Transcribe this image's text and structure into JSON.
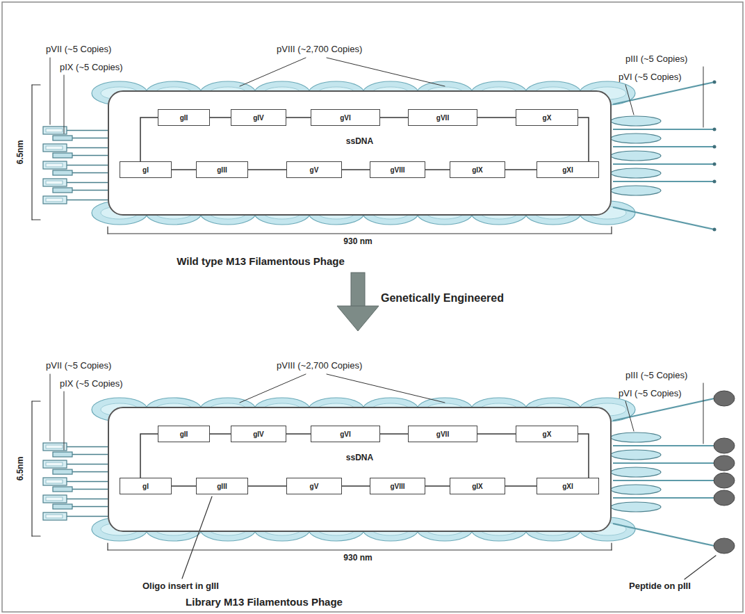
{
  "diagram": {
    "nodes": [
      {
        "text": [
          "ssDNA"
        ]
      },
      {
        "text": [
          "gII"
        ],
        "in": 0
      },
      {
        "text": [
          "gIV"
        ],
        "in": 0
      },
      {
        "text": [
          "gVI"
        ],
        "in": 0
      },
      {
        "text": [
          "gVII"
        ],
        "in": 0
      },
      {
        "text": [
          "gX"
        ],
        "in": 0
      },
      {
        "text": [
          "gI"
        ],
        "in": 0
      },
      {
        "text": [
          "gIII"
        ],
        "in": 0
      },
      {
        "text": [
          "gV"
        ],
        "in": 0
      },
      {
        "text": [
          "gVIII"
        ],
        "in": 0
      },
      {
        "text": [
          "gIX"
        ],
        "in": 0
      },
      {
        "text": [
          "gXI"
        ],
        "in": 0
      },
      {
        "text": [
          "ssDNA"
        ]
      },
      {
        "text": [
          "gII"
        ],
        "in": 12
      },
      {
        "text": [
          "gIV"
        ],
        "in": 12
      },
      {
        "text": [
          "gVI"
        ],
        "in": 12
      },
      {
        "text": [
          "gVII"
        ],
        "in": 12
      },
      {
        "text": [
          "gX"
        ],
        "in": 12
      },
      {
        "text": [
          "gI"
        ],
        "in": 12
      },
      {
        "text": [
          "gIII"
        ],
        "in": 12
      },
      {
        "text": [
          "gV"
        ],
        "in": 12
      },
      {
        "text": [
          "gVIII"
        ],
        "in": 12
      },
      {
        "text": [
          "gIX"
        ],
        "in": 12
      },
      {
        "text": [
          "gXI"
        ],
        "in": 12
      }
    ],
    "edges": [
      {
        "from": 1,
        "to": 2,
        "arrow": "none"
      },
      {
        "from": 2,
        "to": 3,
        "arrow": "none"
      },
      {
        "from": 3,
        "to": 4,
        "arrow": "none"
      },
      {
        "from": 4,
        "to": 5,
        "arrow": "none"
      },
      {
        "from": 6,
        "to": 7,
        "arrow": "none"
      },
      {
        "from": 7,
        "to": 8,
        "arrow": "none"
      },
      {
        "from": 8,
        "to": 9,
        "arrow": "none"
      },
      {
        "from": 9,
        "to": 10,
        "arrow": "none"
      },
      {
        "from": 10,
        "to": 11,
        "arrow": "none"
      },
      {
        "from": 6,
        "to": 1,
        "arrow": "none"
      },
      {
        "from": 5,
        "to": 11,
        "arrow": "none"
      },
      {
        "from": 13,
        "to": 14,
        "arrow": "none"
      },
      {
        "from": 14,
        "to": 15,
        "arrow": "none"
      },
      {
        "from": 15,
        "to": 16,
        "arrow": "none"
      },
      {
        "from": 16,
        "to": 17,
        "arrow": "none"
      },
      {
        "from": 18,
        "to": 19,
        "arrow": "none"
      },
      {
        "from": 19,
        "to": 20,
        "arrow": "none"
      },
      {
        "from": 20,
        "to": 21,
        "arrow": "none"
      },
      {
        "from": 21,
        "to": 22,
        "arrow": "none"
      },
      {
        "from": 22,
        "to": 23,
        "arrow": "none"
      },
      {
        "from": 18,
        "to": 13,
        "arrow": "none"
      },
      {
        "from": 17,
        "to": 23,
        "arrow": "none"
      }
    ],
    "labels": [
      "pVII (~5 Copies)",
      "pIX (~5 Copies)",
      "pVIII (~2,700 Copies)",
      "pIII (~5 Copies)",
      "pVI (~5 Copies)",
      "6.5nm",
      "930 nm",
      "Wild type M13 Filamentous Phage",
      "Genetically Engineered",
      "pVII (~5 Copies)",
      "pIX (~5 Copies)",
      "pVIII (~2,700 Copies)",
      "pIII (~5 Copies)",
      "pVI (~5 Copies)",
      "6.5nm",
      "930 nm",
      "Oligo insert in gIII",
      "Peptide on pIII",
      "Library M13 Filamentous Phage"
    ]
  }
}
